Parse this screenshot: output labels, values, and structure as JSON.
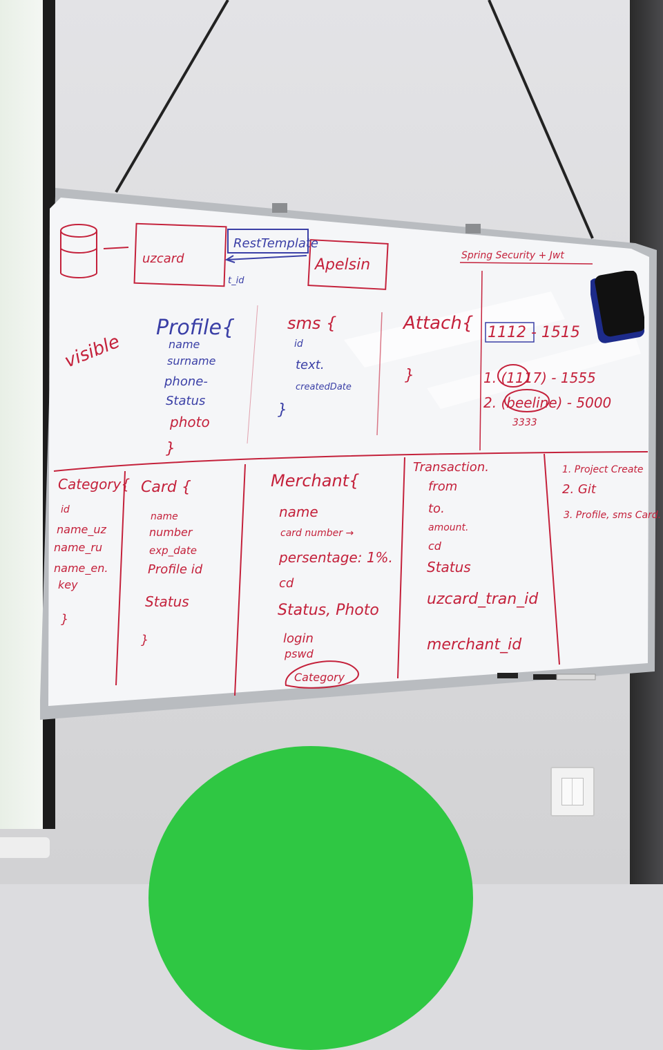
{
  "colors": {
    "marker_red": "#c4213b",
    "marker_blue": "#3a3fa6",
    "board_white": "#f5f6f8",
    "frame": "#b9bcc0",
    "accent_green": "#2fc743"
  },
  "top": {
    "uzcard": "uzcard",
    "rest_template": "RestTemplate",
    "t_id": "t_id",
    "apelsin": "Apelsin",
    "spring": "Spring Security + Jwt"
  },
  "side": {
    "visible": "visible"
  },
  "profile": {
    "title": "Profile{",
    "fields": [
      "name",
      "surname",
      "phone-",
      "Status",
      "photo"
    ],
    "close": "}"
  },
  "sms": {
    "title": "sms {",
    "fields": [
      "id",
      "text.",
      "createdDate"
    ],
    "close": "}"
  },
  "attach": {
    "title": "Attach{",
    "close": "}"
  },
  "sms_notes": {
    "line1": "1112 - 1515",
    "line2": "1. (1117) - 1555",
    "line3": "2. (beeline) - 5000",
    "line4": "3333"
  },
  "category": {
    "title": "Category{",
    "fields": [
      "id",
      "name_uz",
      "name_ru",
      "name_en.",
      "key"
    ],
    "close": "}"
  },
  "card": {
    "title": "Card {",
    "fields": [
      "name",
      "number",
      "exp_date",
      "Profile id"
    ],
    "status": "Status",
    "close": "}"
  },
  "merchant": {
    "title": "Merchant{",
    "fields": [
      "name",
      "card number →",
      "persentage: 1%.",
      "cd",
      "Status, Photo",
      "login",
      "pswd"
    ],
    "category": "Category"
  },
  "transaction": {
    "title": "Transaction.",
    "fields": [
      "from",
      "to.",
      "amount.",
      "cd",
      "Status",
      "uzcard_tran_id",
      "merchant_id"
    ]
  },
  "todo": {
    "items": [
      "1. Project Create",
      "2. Git",
      "3. Profile, sms Card."
    ]
  }
}
